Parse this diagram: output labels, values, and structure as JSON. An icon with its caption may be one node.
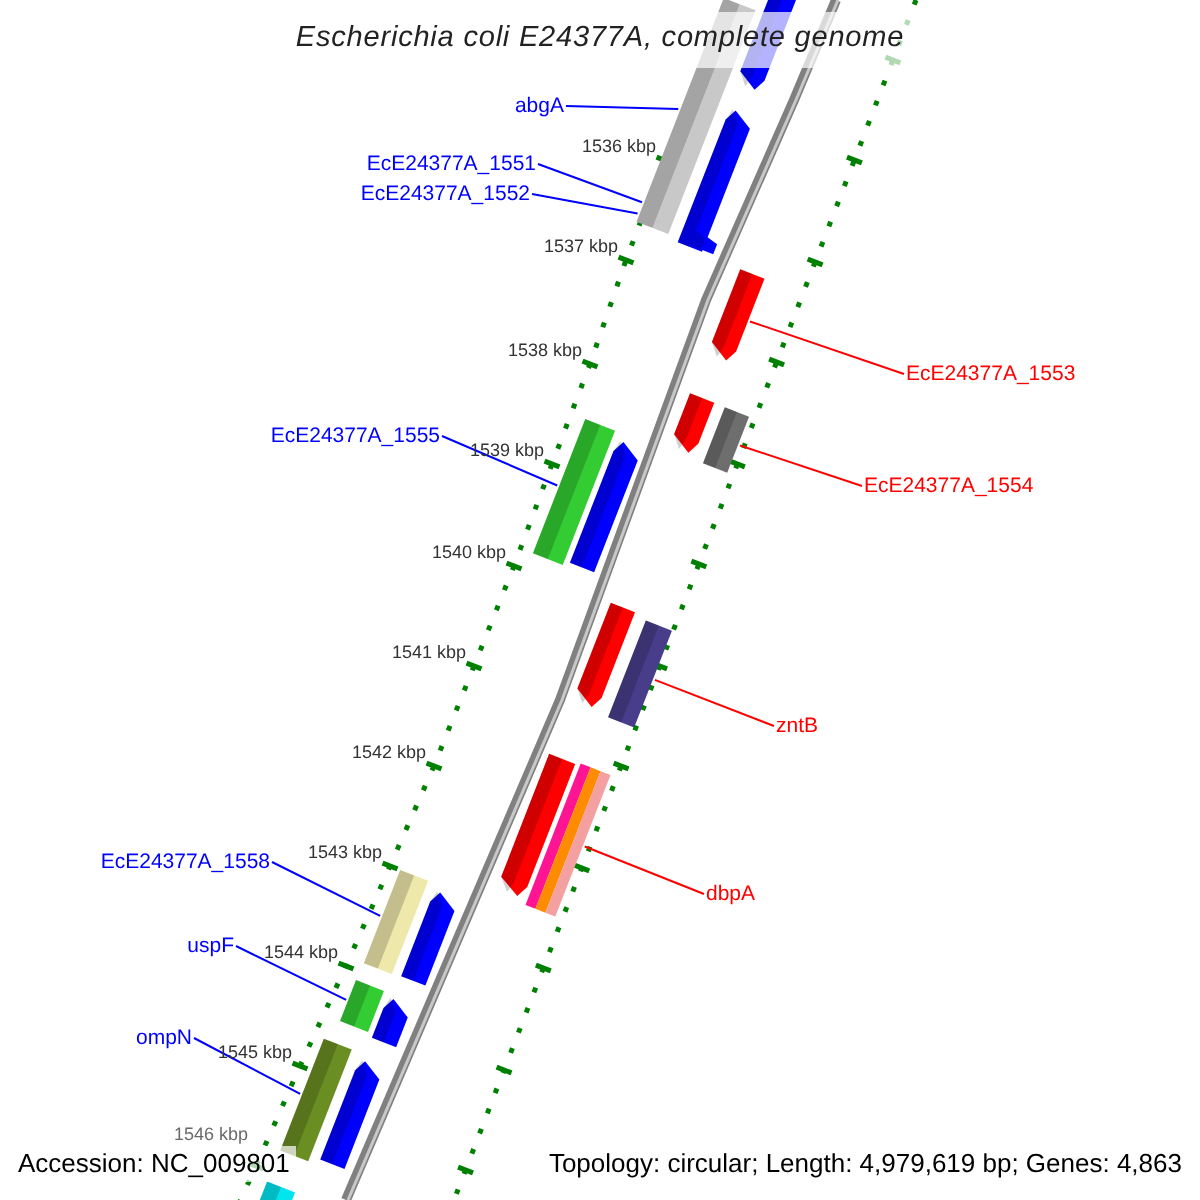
{
  "diagram": {
    "title": "Escherichia coli E24377A, complete genome",
    "nodes": [
      {
        "text": [
          "abgA"
        ]
      },
      {
        "text": [],
        "shape": "bar"
      },
      {
        "text": [
          "EcE24377A_1551"
        ]
      },
      {
        "text": [
          "EcE24377A_1552"
        ]
      },
      {
        "text": [],
        "shape": "bar"
      },
      {
        "text": [
          "EcE24377A_1553"
        ]
      },
      {
        "text": [
          "EcE24377A_1555"
        ]
      },
      {
        "text": [],
        "shape": "bar"
      },
      {
        "text": [],
        "shape": "bar"
      },
      {
        "text": [
          "EcE24377A_1554"
        ]
      },
      {
        "text": [],
        "shape": "bar"
      },
      {
        "text": [
          "zntB"
        ]
      },
      {
        "text": [],
        "shape": "bar"
      },
      {
        "text": [
          "dbpA"
        ]
      },
      {
        "text": [
          "EcE24377A_1558"
        ]
      },
      {
        "text": [],
        "shape": "bar"
      },
      {
        "text": [
          "uspF"
        ]
      },
      {
        "text": [],
        "shape": "bar"
      },
      {
        "text": [
          "ompN"
        ]
      },
      {
        "text": [],
        "shape": "bar"
      }
    ],
    "edges": [
      {
        "from": 0,
        "to": 1,
        "arrow": "none"
      },
      {
        "from": 2,
        "to": 1,
        "arrow": "none"
      },
      {
        "from": 3,
        "to": 1,
        "arrow": "none"
      },
      {
        "from": 5,
        "to": 4,
        "arrow": "none",
        "color": "#ff0000"
      },
      {
        "from": 6,
        "to": 7,
        "arrow": "none"
      },
      {
        "from": 9,
        "to": 8,
        "arrow": "none",
        "color": "#ff0000"
      },
      {
        "from": 11,
        "to": 10,
        "arrow": "none",
        "color": "#ff0000"
      },
      {
        "from": 13,
        "to": 12,
        "arrow": "none",
        "color": "#ff0000"
      },
      {
        "from": 14,
        "to": 15,
        "arrow": "none"
      },
      {
        "from": 16,
        "to": 17,
        "arrow": "none"
      },
      {
        "from": 18,
        "to": 19,
        "arrow": "none"
      }
    ],
    "labels": [
      "1536 kbp",
      "1537 kbp",
      "1538 kbp",
      "1539 kbp",
      "1540 kbp",
      "1541 kbp",
      "1542 kbp",
      "1543 kbp",
      "1544 kbp",
      "1545 kbp",
      "1546 kbp",
      "Accession: NC_009801",
      "Topology: circular; Length: 4,979,619 bp; Genes: 4,863"
    ]
  }
}
